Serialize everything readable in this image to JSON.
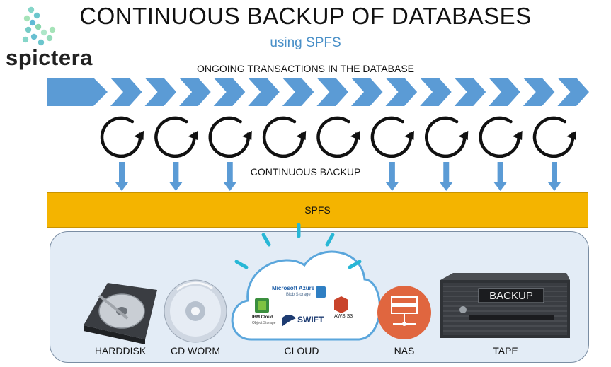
{
  "header": {
    "title": "CONTINUOUS BACKUP OF DATABASES",
    "subtitle": "using SPFS"
  },
  "logo": {
    "text": "spictera"
  },
  "transactions": {
    "label": "ONGOING TRANSACTIONS IN THE DATABASE",
    "chevron_count": 15
  },
  "backup": {
    "label": "CONTINUOUS BACKUP",
    "cycle_count": 9
  },
  "spfs": {
    "label": "SPFS",
    "color": "#f4b400"
  },
  "storage": {
    "items": [
      {
        "label": "HARDDISK"
      },
      {
        "label": "CD WORM"
      },
      {
        "label": "CLOUD"
      },
      {
        "label": "NAS"
      },
      {
        "label": "TAPE"
      }
    ],
    "cloud_services": {
      "azure": "Microsoft Azure",
      "azure_sub": "Blob Storage",
      "ibm": "IBM Cloud",
      "ibm_sub": "Object Storage",
      "swift": "SWIFT",
      "aws": "AWS S3"
    },
    "tape_display": "BACKUP"
  },
  "colors": {
    "accent_blue": "#5b9bd5",
    "nas_orange": "#e0663f",
    "subtitle_blue": "#4a90c8"
  }
}
